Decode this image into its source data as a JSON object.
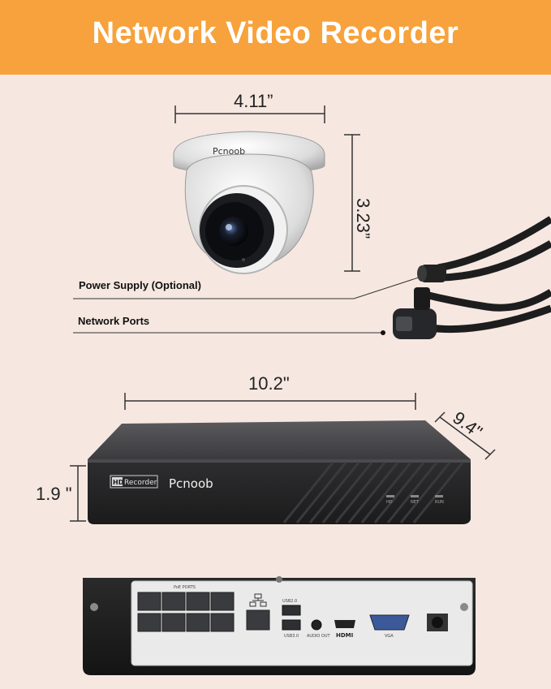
{
  "banner": {
    "title": "Network Video Recorder"
  },
  "camera": {
    "brand": "Pcnoob",
    "width_label": "4.11”",
    "height_label": "3.23”"
  },
  "callouts": {
    "power": "Power Supply (Optional)",
    "network": "Network Ports"
  },
  "nvr": {
    "width_label": "10.2\"",
    "depth_label": "9.4\"",
    "height_label": "1.9 \"",
    "badge_hd": "HD",
    "badge_recorder": "Recorder",
    "brand": "Pcnoob",
    "leds": [
      "HD",
      "NET",
      "RUN"
    ]
  },
  "rear_panel": {
    "poe_label": "PoE PORTS",
    "usb2": "USB2.0",
    "usb3": "USB3.0",
    "audio_out": "AUDIO OUT",
    "hdmi": "HDMI",
    "vga": "VGA"
  },
  "colors": {
    "banner": "#f7a23c",
    "background": "#f6e8e1"
  }
}
